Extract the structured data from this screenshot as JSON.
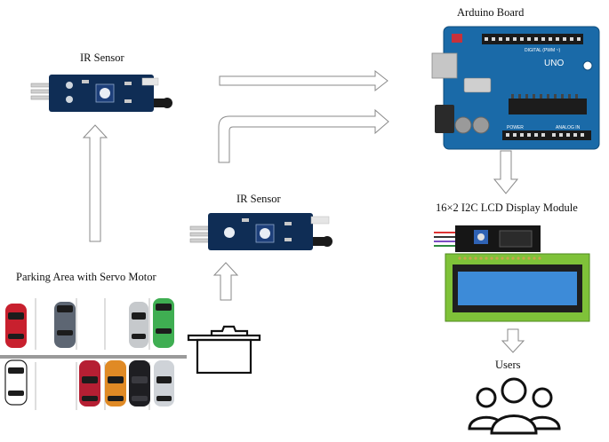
{
  "labels": {
    "ir_sensor_top": "IR Sensor",
    "ir_sensor_mid": "IR Sensor",
    "arduino": "Arduino  Board",
    "lcd": "16×2 I2C LCD Display Module",
    "parking": "Parking  Area with  Servo Motor",
    "users": "Users"
  },
  "board_text": {
    "uno": "UNO",
    "digital": "DIGITAL (PWM ~)",
    "power": "POWER",
    "analog": "ANALOG IN"
  },
  "colors": {
    "pcb_blue": "#0f2d55",
    "arduino_blue": "#1a6aa8",
    "lcd_screen": "#3d8bd8",
    "lcd_frame": "#7fc239",
    "arrow_stroke": "#8a8a8a"
  }
}
